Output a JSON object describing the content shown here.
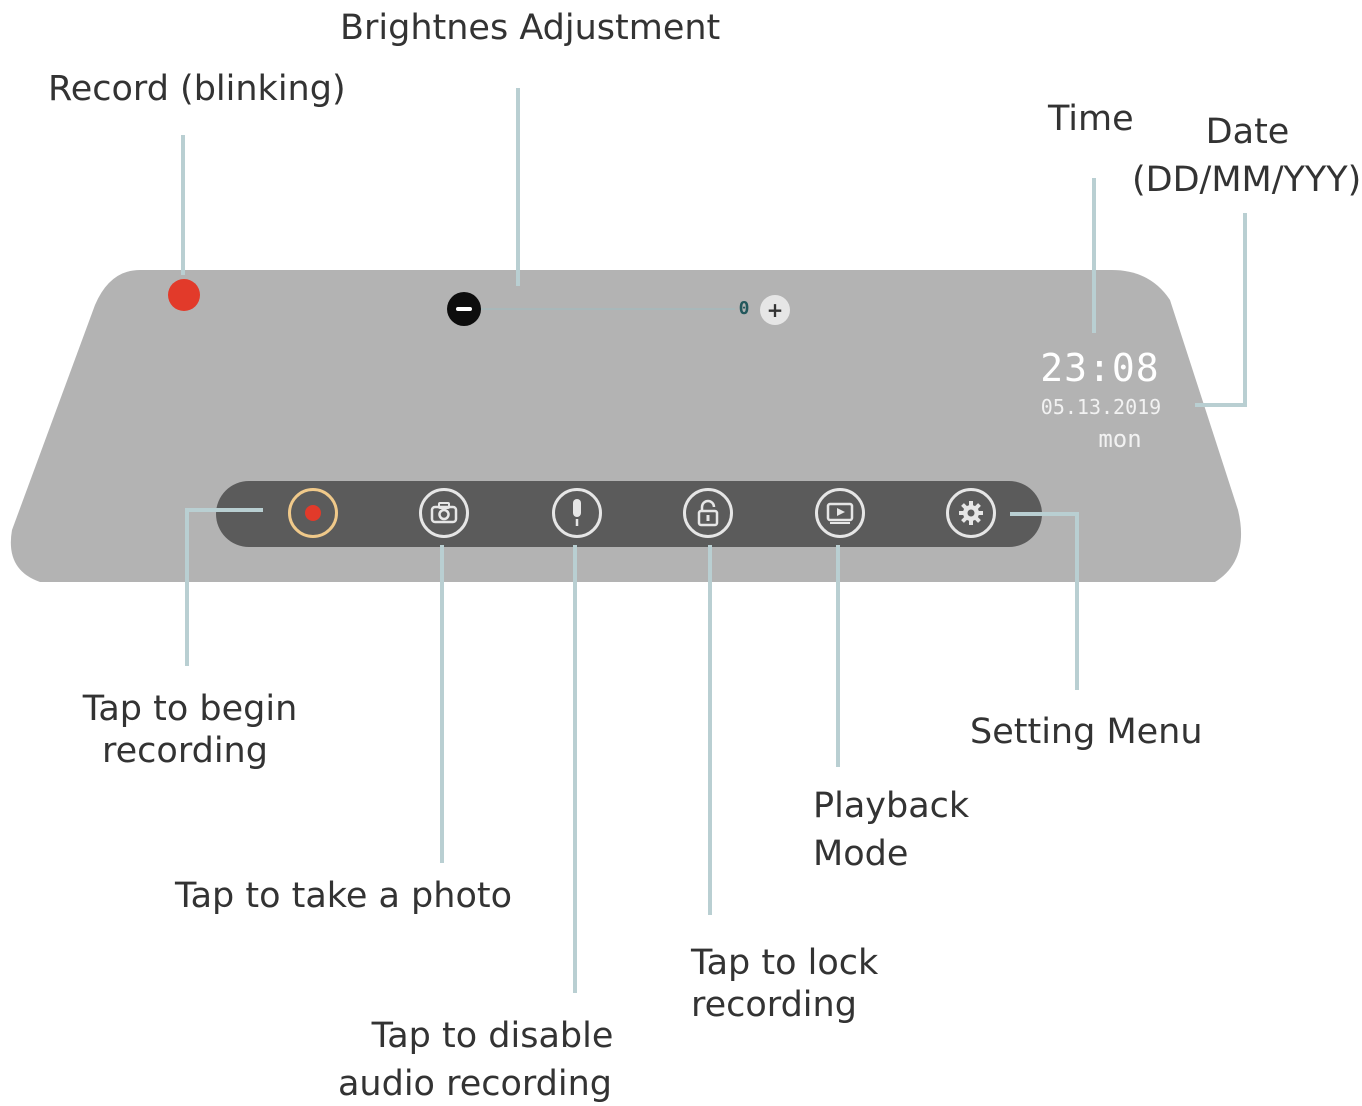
{
  "labels": {
    "record": "Record (blinking)",
    "brightness": "Brightnes Adjustment",
    "time": "Time",
    "date_line1": "Date",
    "date_line2": "(DD/MM/YYY)",
    "begin_recording_line1": "Tap to begin",
    "begin_recording_line2": "recording",
    "take_photo": "Tap to take a photo",
    "disable_audio_line1": "Tap to disable",
    "disable_audio_line2": "audio recording",
    "lock_recording_line1": "Tap to lock",
    "lock_recording_line2": "recording",
    "playback_line1": "Playback",
    "playback_line2": "Mode",
    "setting_menu": "Setting Menu"
  },
  "screen": {
    "time": "23:08",
    "date": "05.13.2019",
    "day": "mon",
    "brightness_level": "0"
  },
  "icons": [
    "record-icon",
    "camera-icon",
    "microphone-icon",
    "lock-icon",
    "playback-icon",
    "settings-icon"
  ],
  "colors": {
    "record_dot": "#e23a2a",
    "screen": "#b3b3b3",
    "toolbar": "#5b5b5b",
    "leader": "#b9cfd2"
  }
}
